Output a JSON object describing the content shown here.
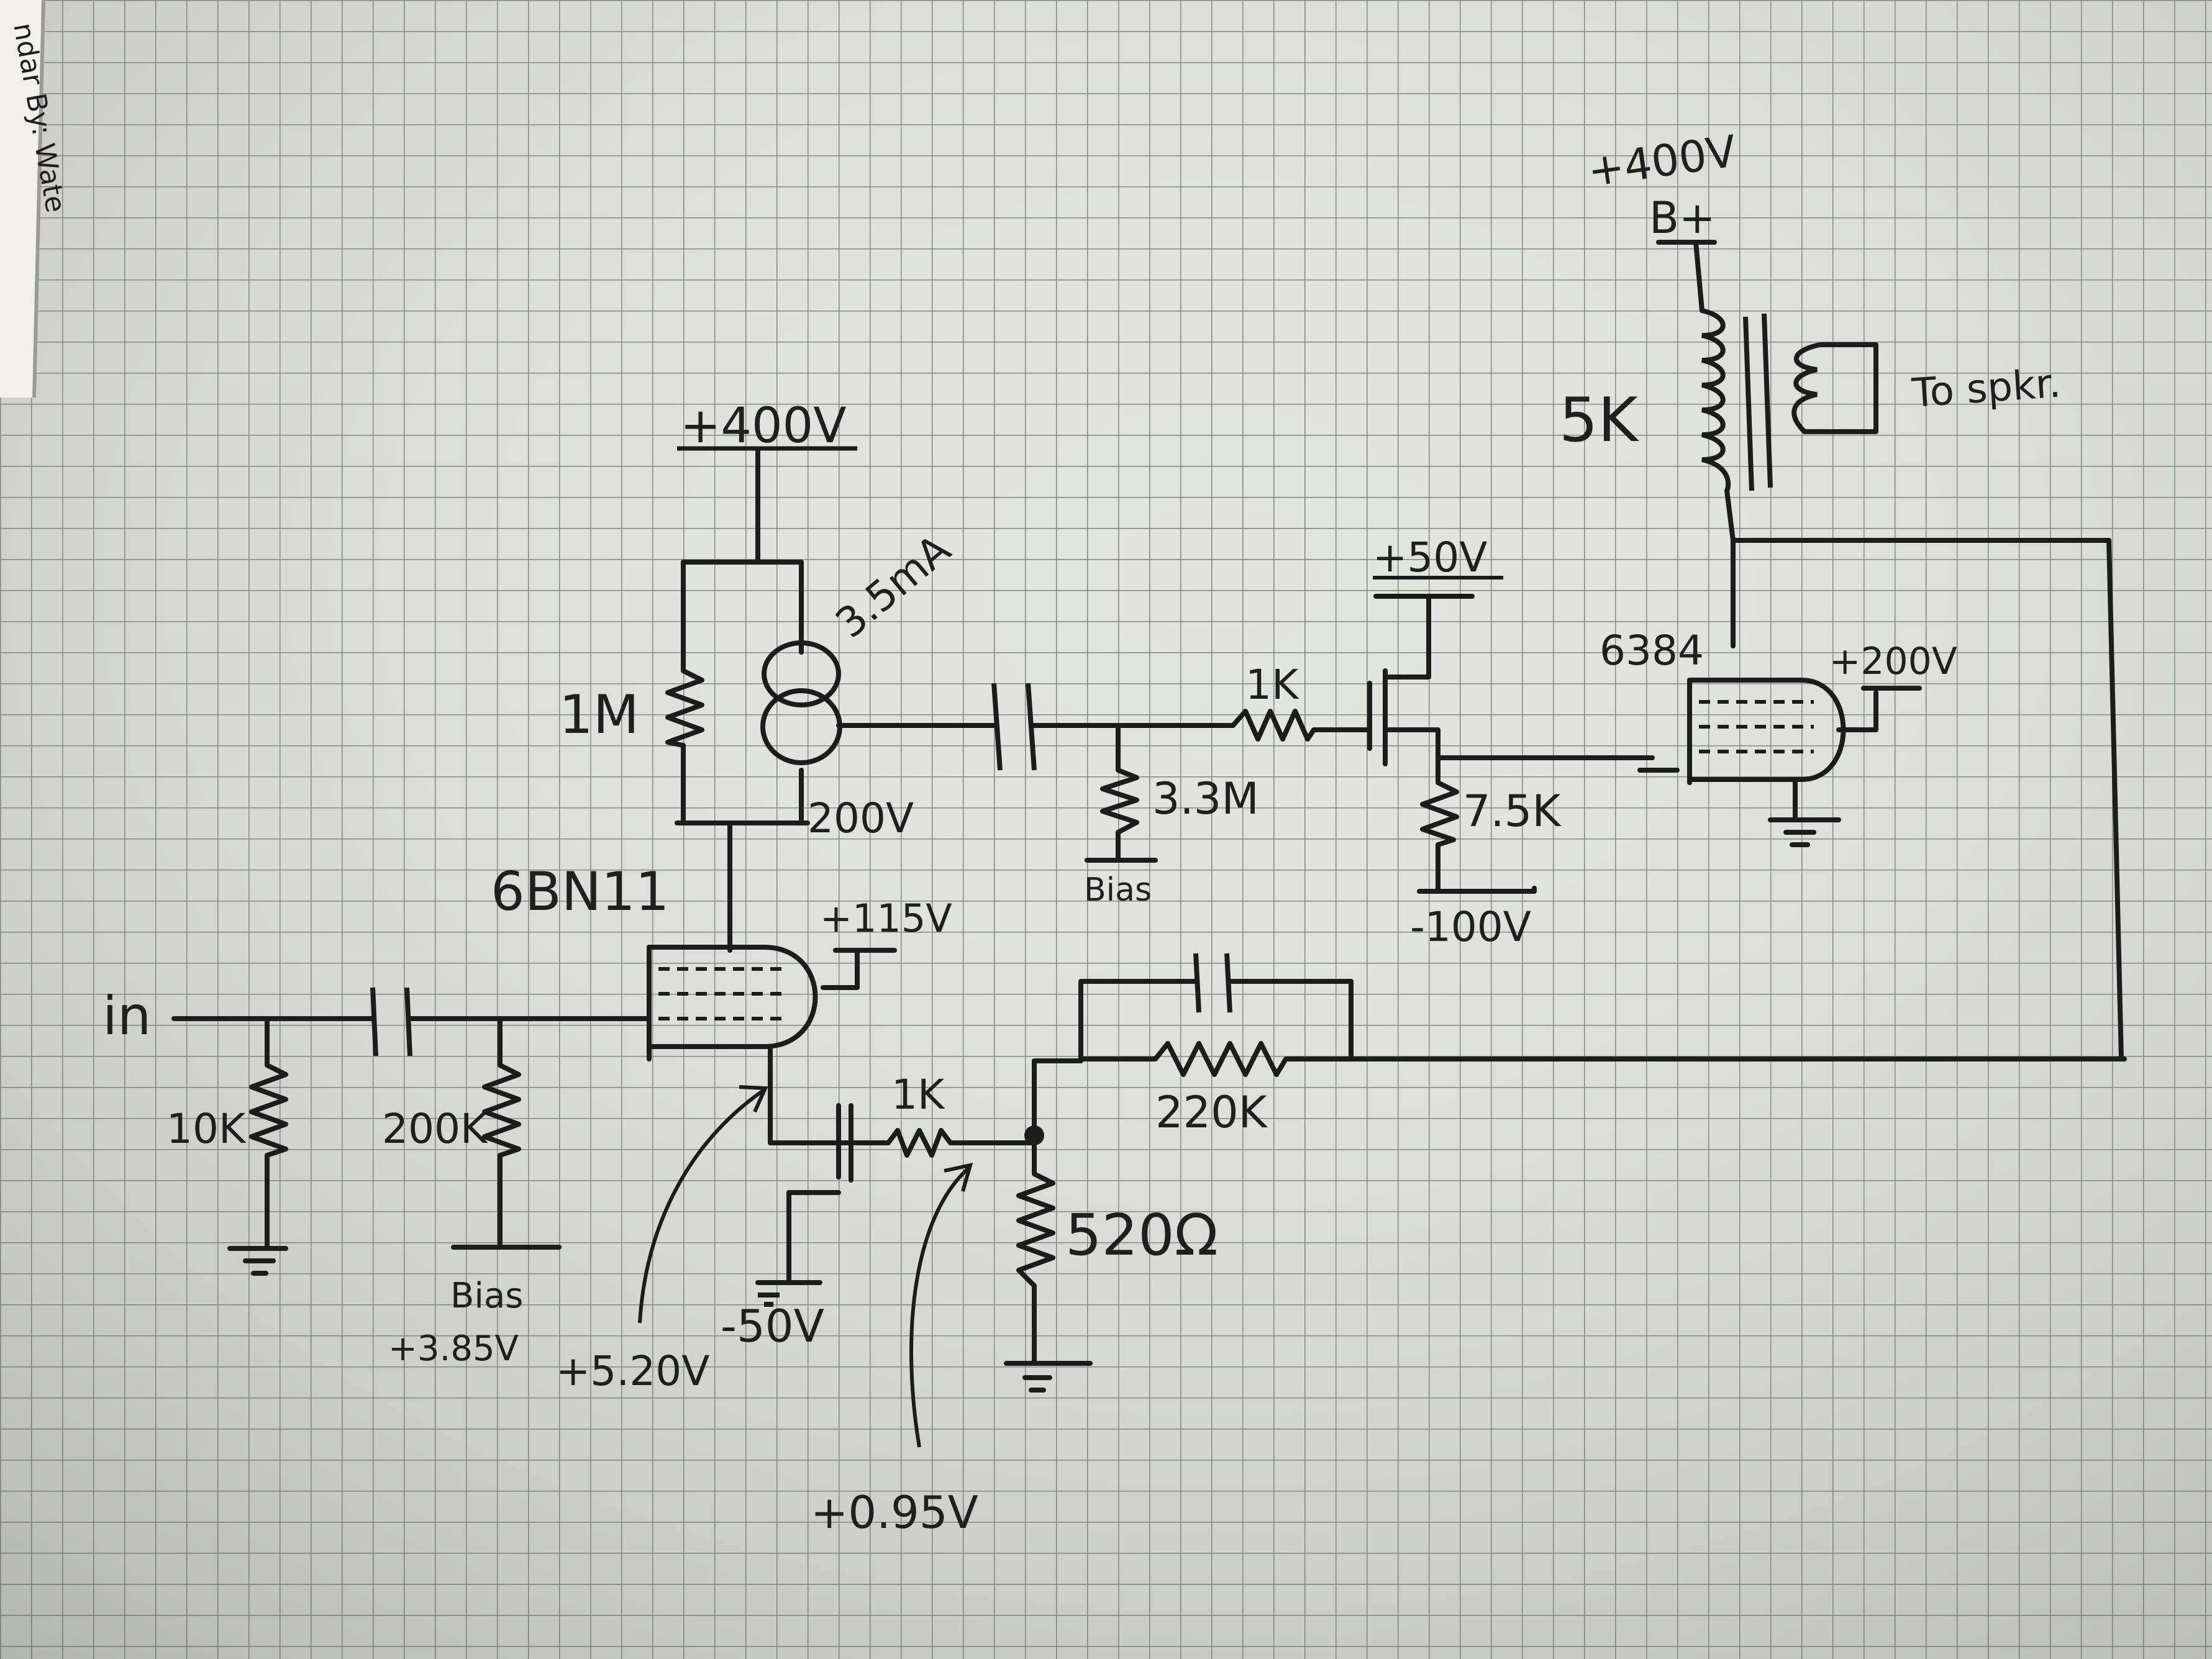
{
  "margin_text": "ndar By: Wate",
  "supply": {
    "top": "+400V",
    "b_plus_value": "+400V",
    "b_plus_label": "B+"
  },
  "stage1": {
    "plate_resistor": "1M",
    "ccs_current": "3.5mA",
    "plate_voltage": "200V",
    "tube": "6BN11",
    "screen_voltage": "+115V",
    "input_label": "in",
    "input_resistor": "10K",
    "grid_resistor": "200K",
    "bias_label": "Bias",
    "bias_voltage": "+3.85V",
    "cathode_voltage": "+5.20V",
    "cathode_resistor": "1K",
    "source_supply": "-50V"
  },
  "feedback": {
    "resistor": "220K",
    "shunt_resistor": "520Ω",
    "node_voltage": "+0.95V"
  },
  "stage2": {
    "grid_resistor": "3.3M",
    "bias_label": "Bias",
    "gate_resistor": "1K",
    "drain_supply": "+50V",
    "source_resistor": "7.5K",
    "source_supply": "-100V"
  },
  "output": {
    "tube": "6384",
    "screen_voltage": "+200V",
    "transformer_primary": "5K",
    "speaker_label": "To spkr."
  },
  "colors": {
    "paper": "#e6e6e3",
    "grid": "#7d807d",
    "ink": "#1c1c1c",
    "background": "#8d918c"
  }
}
